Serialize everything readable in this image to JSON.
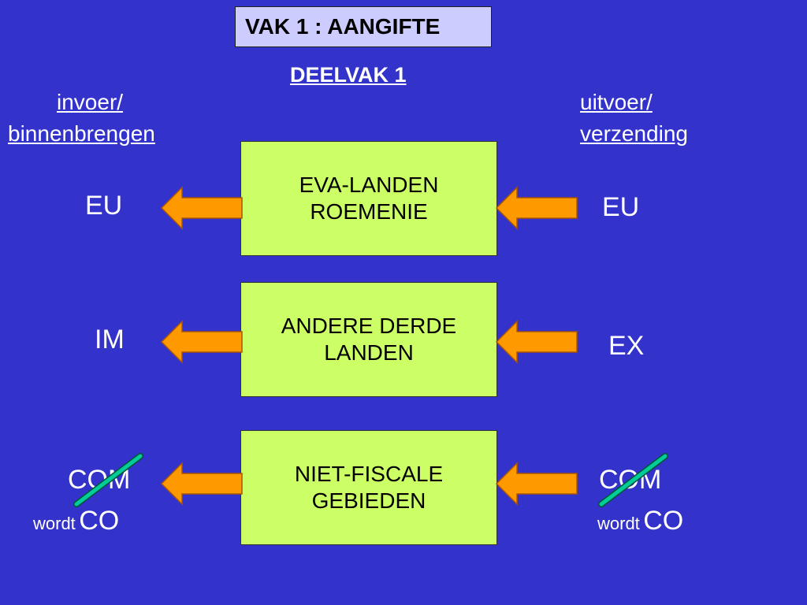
{
  "header": {
    "title": "VAK 1 : AANGIFTE",
    "subtitle": "DEELVAK 1"
  },
  "left_heading": {
    "line1": "invoer/",
    "line2": "binnenbrengen"
  },
  "right_heading": {
    "line1": "uitvoer/",
    "line2": "verzending"
  },
  "boxes": [
    {
      "line1": "EVA-LANDEN",
      "line2": "ROEMENIE",
      "left": "EU",
      "right": "EU"
    },
    {
      "line1": "ANDERE DERDE",
      "line2": "LANDEN",
      "left": "IM",
      "right": "EX"
    },
    {
      "line1": "NIET-FISCALE",
      "line2": "GEBIEDEN",
      "left": "COM",
      "right": "COM"
    }
  ],
  "replacement": {
    "word": "wordt",
    "code": "CO"
  },
  "colors": {
    "background": "#3333CC",
    "box": "#CCFF66",
    "title_box": "#CCCCFF",
    "arrow": "#FF9900",
    "strike": "#00CC99"
  },
  "icons": {
    "arrow": "left-arrow-icon",
    "strike": "strike-through-line"
  }
}
